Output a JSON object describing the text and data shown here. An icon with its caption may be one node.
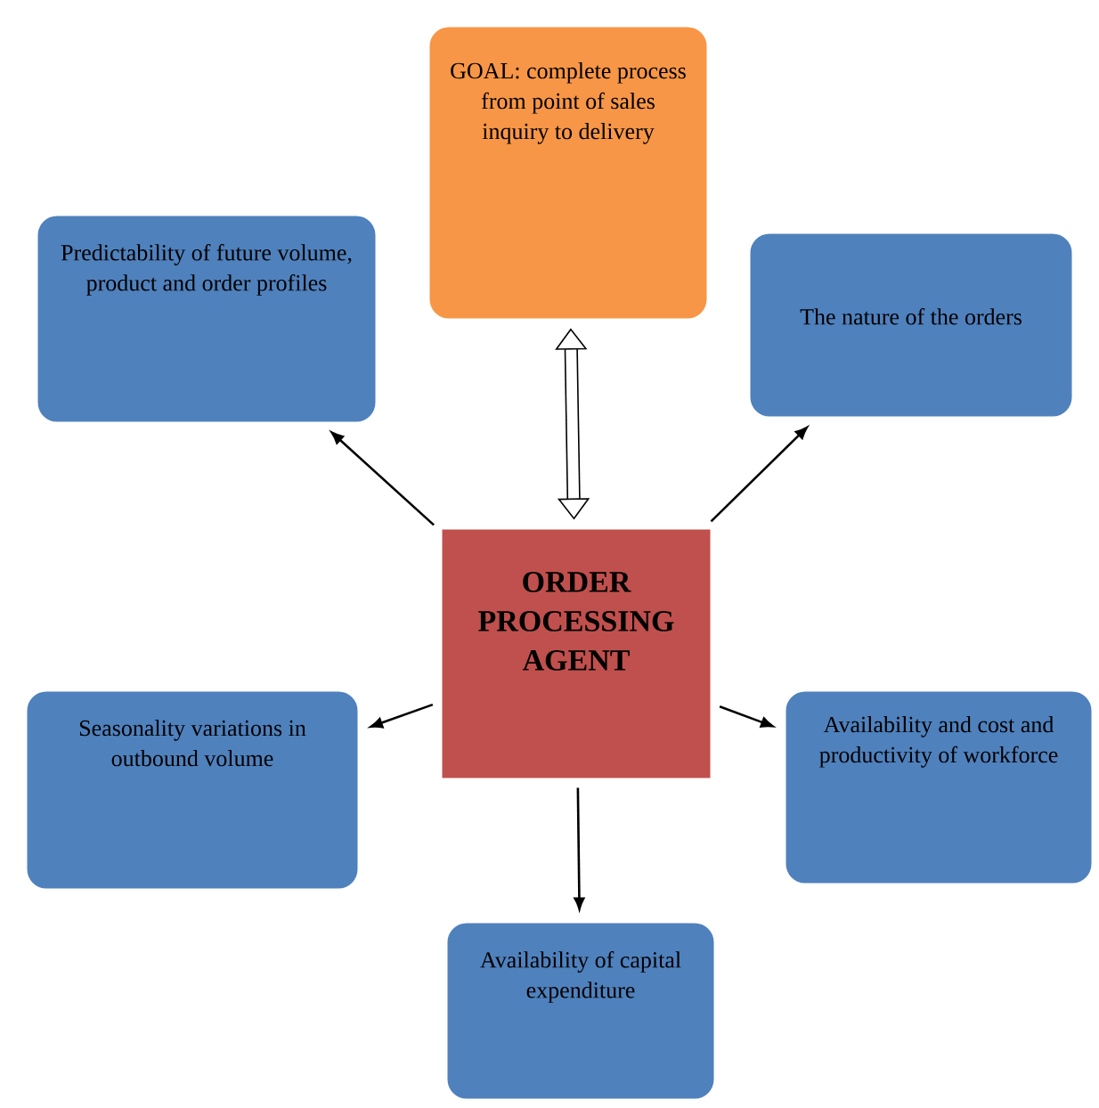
{
  "diagram": {
    "nodes": [
      {
        "text": [
          "GOAL: complete process from point of sales inquiry to delivery"
        ]
      },
      {
        "text": [
          "Predictability of future volume, product and order profiles"
        ]
      },
      {
        "text": [
          "The nature of the orders"
        ]
      },
      {
        "text": [
          "ORDER PROCESSING AGENT"
        ]
      },
      {
        "text": [
          "Seasonality variations in outbound volume"
        ]
      },
      {
        "text": [
          "Availability and cost and productivity of workforce"
        ]
      },
      {
        "text": [
          "Availability of capital expenditure"
        ]
      }
    ],
    "edges": [
      {
        "from": 3,
        "to": 0,
        "arrow": "both",
        "style": "thick"
      },
      {
        "from": 3,
        "to": 1,
        "arrow": "to"
      },
      {
        "from": 3,
        "to": 2,
        "arrow": "to"
      },
      {
        "from": 3,
        "to": 4,
        "arrow": "to"
      },
      {
        "from": 3,
        "to": 5,
        "arrow": "to"
      },
      {
        "from": 3,
        "to": 6,
        "arrow": "to"
      }
    ]
  }
}
